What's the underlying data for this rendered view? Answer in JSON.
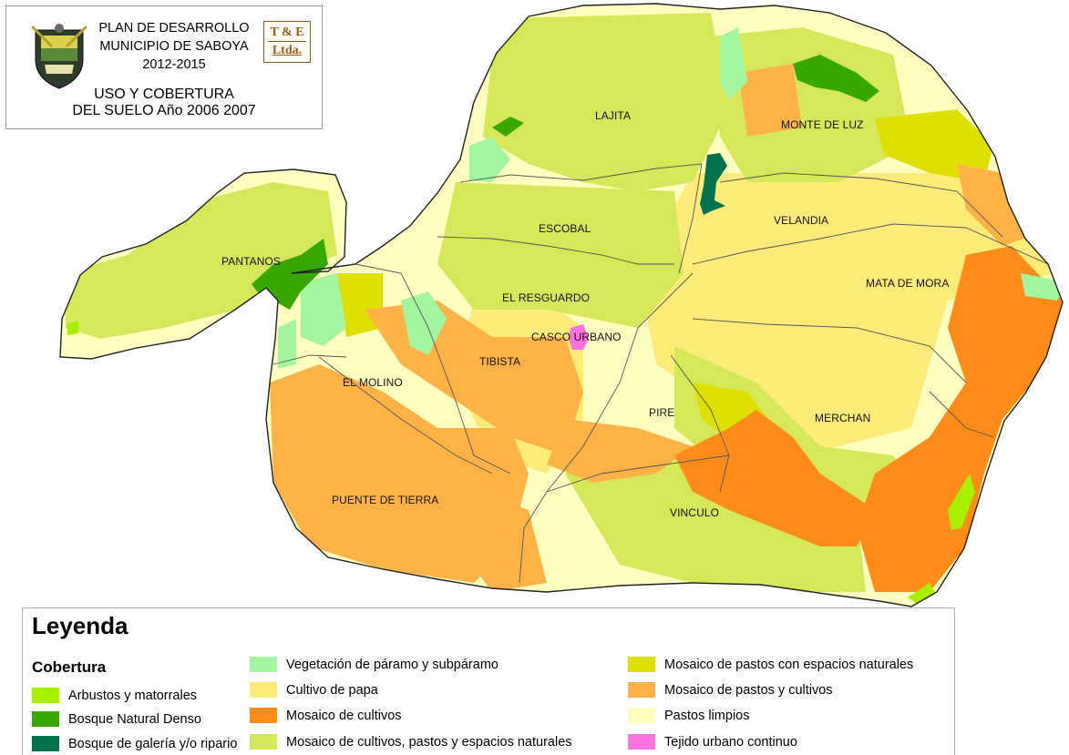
{
  "header": {
    "plan_line1": "PLAN DE DESARROLLO",
    "plan_line2": "MUNICIPIO DE SABOYA",
    "plan_line3": "2012-2015",
    "firm_line1": "T & E",
    "firm_line2": "Ltda.",
    "title_line1": "USO Y COBERTURA",
    "title_line2": "DEL SUELO Año 2006 2007"
  },
  "places": {
    "lajita": "LAJITA",
    "monte_de_luz": "MONTE DE LUZ",
    "escobal": "ESCOBAL",
    "velandia": "VELANDIA",
    "pantanos": "PANTANOS",
    "mata_de_mora": "MATA DE MORA",
    "el_resguardo": "EL RESGUARDO",
    "casco_urbano": "CASCO URBANO",
    "tibista": "TIBISTA",
    "el_molino": "EL MOLINO",
    "pire": "PIRE",
    "merchan": "MERCHAN",
    "puente_de_tierra": "PUENTE DE TIERRA",
    "vinculo": "VINCULO"
  },
  "legend": {
    "title": "Leyenda",
    "subtitle": "Cobertura",
    "items": [
      {
        "label": "Arbustos y matorrales",
        "color": "#a8f000"
      },
      {
        "label": "Bosque Natural Denso",
        "color": "#38a800"
      },
      {
        "label": "Bosque de galería y/o ripario",
        "color": "#00734c"
      },
      {
        "label": "Vegetación de páramo y subpáramo",
        "color": "#a3f5a0"
      },
      {
        "label": "Cultivo de papa",
        "color": "#ffeb7a"
      },
      {
        "label": "Mosaico de cultivos",
        "color": "#ff8c1a"
      },
      {
        "label": "Mosaico de cultivos, pastos y espacios naturales",
        "color": "#d6e85a"
      },
      {
        "label": "Mosaico de pastos con espacios naturales",
        "color": "#e0e000"
      },
      {
        "label": "Mosaico de pastos y cultivos",
        "color": "#ffb347"
      },
      {
        "label": "Pastos limpios",
        "color": "#ffffc0"
      },
      {
        "label": "Tejido urbano continuo",
        "color": "#ff73df"
      }
    ]
  }
}
